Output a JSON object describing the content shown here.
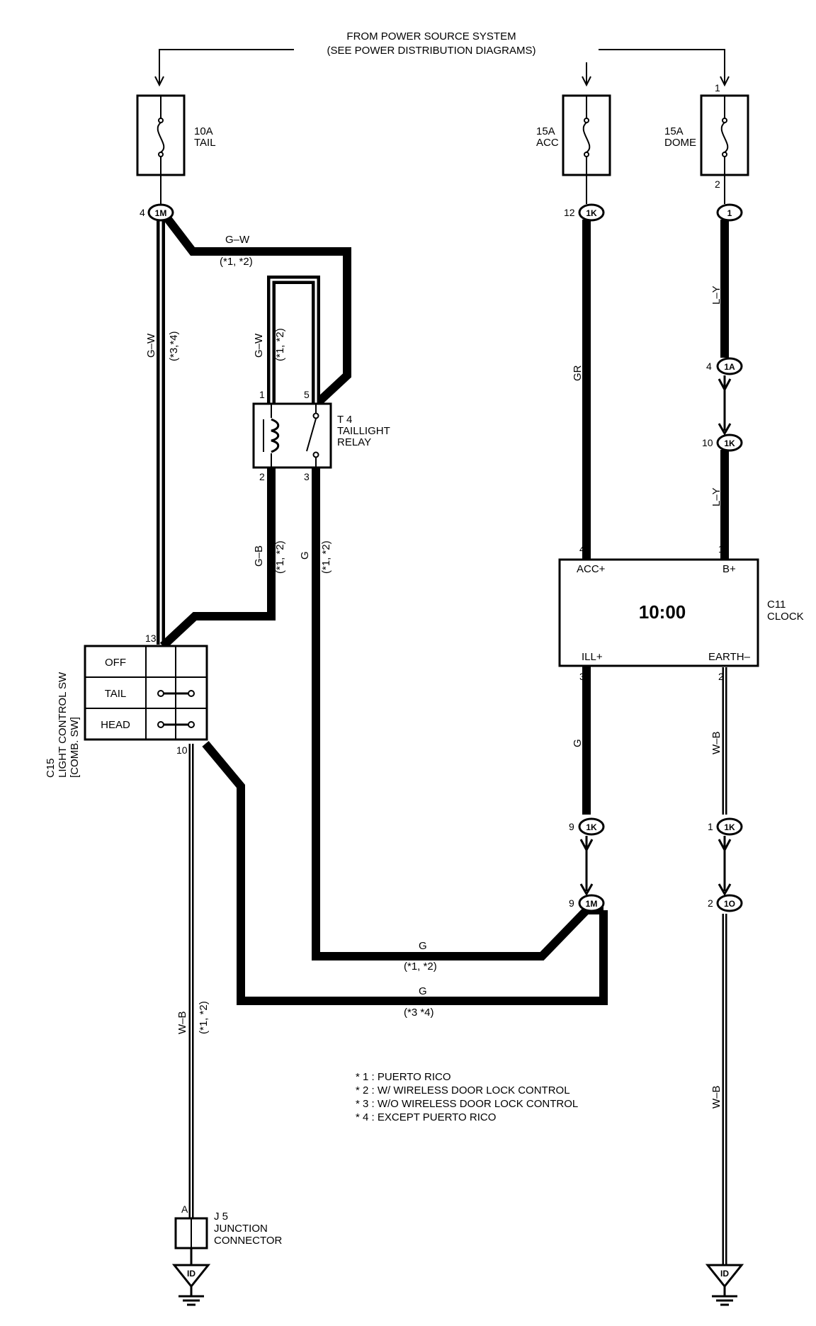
{
  "power_source": {
    "line1": "FROM POWER SOURCE SYSTEM",
    "line2": "(SEE POWER DISTRIBUTION DIAGRAMS)"
  },
  "fuses": [
    {
      "rating": "10A",
      "name": "TAIL"
    },
    {
      "rating": "15A",
      "name": "ACC"
    },
    {
      "rating": "15A",
      "name": "DOME",
      "pin_in": "1",
      "pin_out": "2"
    }
  ],
  "connectors": {
    "c_1m_top": {
      "id": "1M",
      "pin": "4"
    },
    "c_1k_top": {
      "id": "1K",
      "pin": "12"
    },
    "c_1_top": {
      "id": "1",
      "pin": ""
    },
    "c_1a": {
      "id": "1A",
      "pin": "4"
    },
    "c_1k_mid": {
      "id": "1K",
      "pin": "10"
    },
    "c_1k_acc": {
      "id": "1K",
      "pin": "9"
    },
    "c_1m_bot": {
      "id": "1M",
      "pin": "9"
    },
    "c_1k_gnd": {
      "id": "1K",
      "pin": "1"
    },
    "c_1o": {
      "id": "1O",
      "pin": "2"
    },
    "id_left": {
      "id": "ID"
    },
    "id_right": {
      "id": "ID"
    }
  },
  "wires": {
    "gw_top": "G–W",
    "gw_top_note": "(*1, *2)",
    "gw_left": "G–W",
    "gw_left_note": "(*3,*4)",
    "gw_relay": "G–W",
    "gw_relay_note": "(*1, *2)",
    "gb": "G–B",
    "gb_note": "(*1, *2)",
    "g_relay": "G",
    "g_relay_note": "(*1, *2)",
    "gr": "GR",
    "ly_top": "L–Y",
    "ly_bot": "L–Y",
    "g_clock": "G",
    "wb_clock": "W–B",
    "g_bot1": "G",
    "g_bot1_note": "(*1, *2)",
    "g_bot2": "G",
    "g_bot2_note": "(*3 *4)",
    "wb_left": "W–B",
    "wb_left_note": "(*1, *2)",
    "wb_right": "W–B"
  },
  "relay": {
    "code": "T 4",
    "name_line1": "TAILLIGHT",
    "name_line2": "RELAY",
    "pins": [
      "1",
      "5",
      "2",
      "3"
    ]
  },
  "switch": {
    "code": "C15",
    "name_line1": "LIGHT CONTROL SW",
    "name_line2": "[COMB. SW]",
    "pin_top": "13",
    "pin_bottom": "10",
    "rows": [
      "OFF",
      "TAIL",
      "HEAD"
    ]
  },
  "clock": {
    "code": "C11",
    "name": "CLOCK",
    "display": "10:00",
    "terminals": {
      "acc": "ACC+",
      "b": "B+",
      "ill": "ILL+",
      "earth": "EARTH–"
    },
    "pins": {
      "acc": "4",
      "b": "1",
      "ill": "3",
      "earth": "2"
    }
  },
  "junction": {
    "code": "J 5",
    "pin": "A",
    "name_line1": "JUNCTION",
    "name_line2": "CONNECTOR"
  },
  "notes": [
    "* 1 : PUERTO RICO",
    "* 2 : W/ WIRELESS DOOR LOCK CONTROL",
    "* 3 : W/O WIRELESS DOOR LOCK CONTROL",
    "* 4 : EXCEPT PUERTO RICO"
  ]
}
